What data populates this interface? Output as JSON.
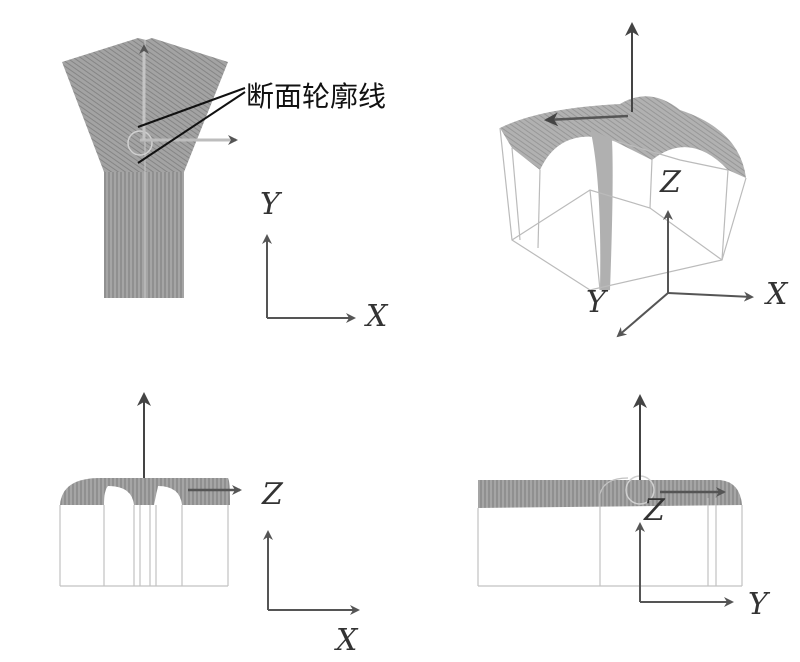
{
  "annotation": {
    "text": "断面轮廓线"
  },
  "axes": {
    "top_view": {
      "v": "Y",
      "h": "X"
    },
    "iso_view": {
      "z": "Z",
      "y": "Y",
      "x": "X"
    },
    "front_view": {
      "side": "Z",
      "h": "X"
    },
    "side_view": {
      "side": "Z",
      "h": "Y"
    }
  },
  "colors": {
    "shell_fill": "#9a9a9a",
    "shell_dark": "#7d7d7d",
    "line": "#b8b8b8",
    "arrow": "#444444",
    "axis": "#555555"
  }
}
